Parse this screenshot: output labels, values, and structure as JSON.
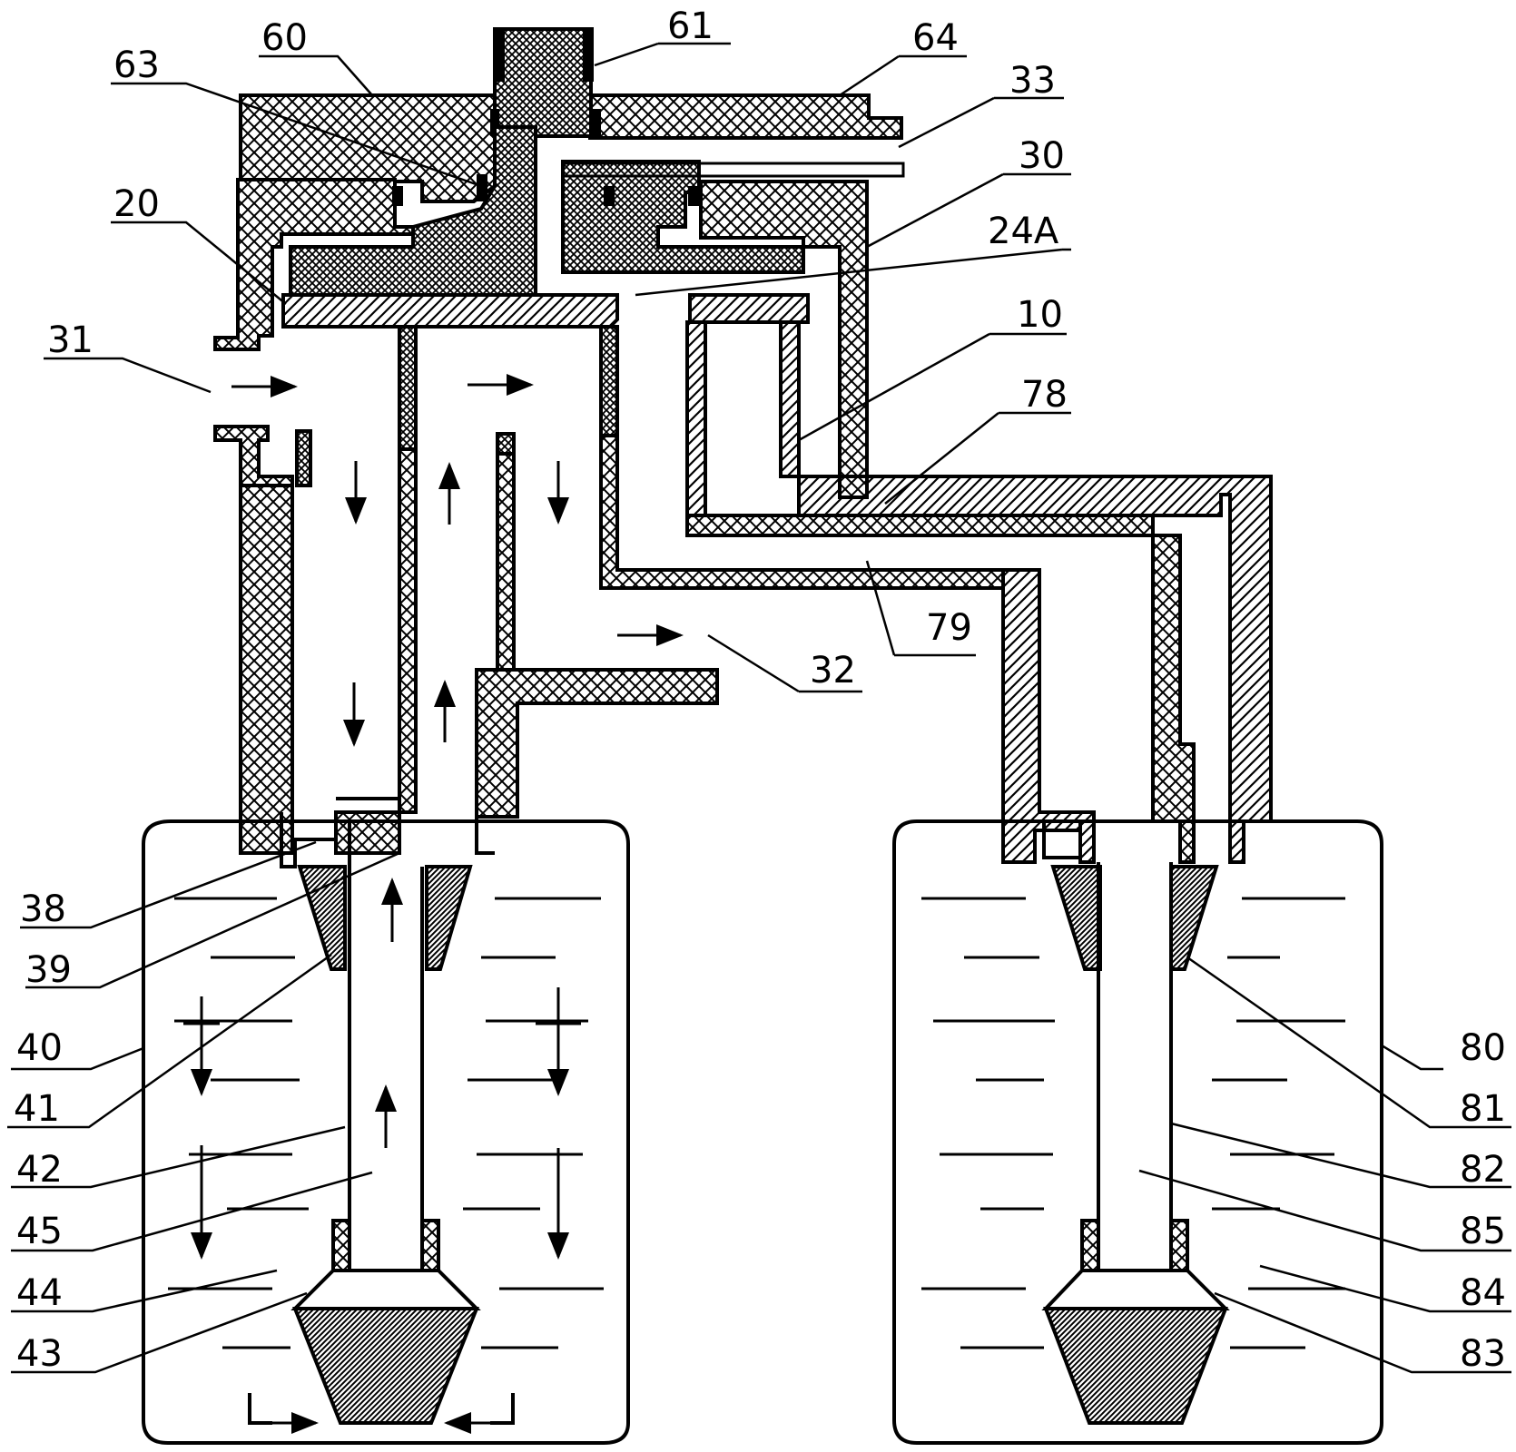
{
  "labels": {
    "l60": "60",
    "l61": "61",
    "l64": "64",
    "l63": "63",
    "l33": "33",
    "l30": "30",
    "l20": "20",
    "l24A": "24A",
    "l10": "10",
    "l31": "31",
    "l78": "78",
    "l79": "79",
    "l32": "32",
    "l38": "38",
    "l39": "39",
    "l40": "40",
    "l41": "41",
    "l42": "42",
    "l45": "45",
    "l44": "44",
    "l43": "43",
    "l80": "80",
    "l81": "81",
    "l82": "82",
    "l85": "85",
    "l84": "84",
    "l83": "83"
  },
  "icons": {
    "flow_arrow": "flow-arrow-icon",
    "filter": "conical-filter-icon"
  }
}
